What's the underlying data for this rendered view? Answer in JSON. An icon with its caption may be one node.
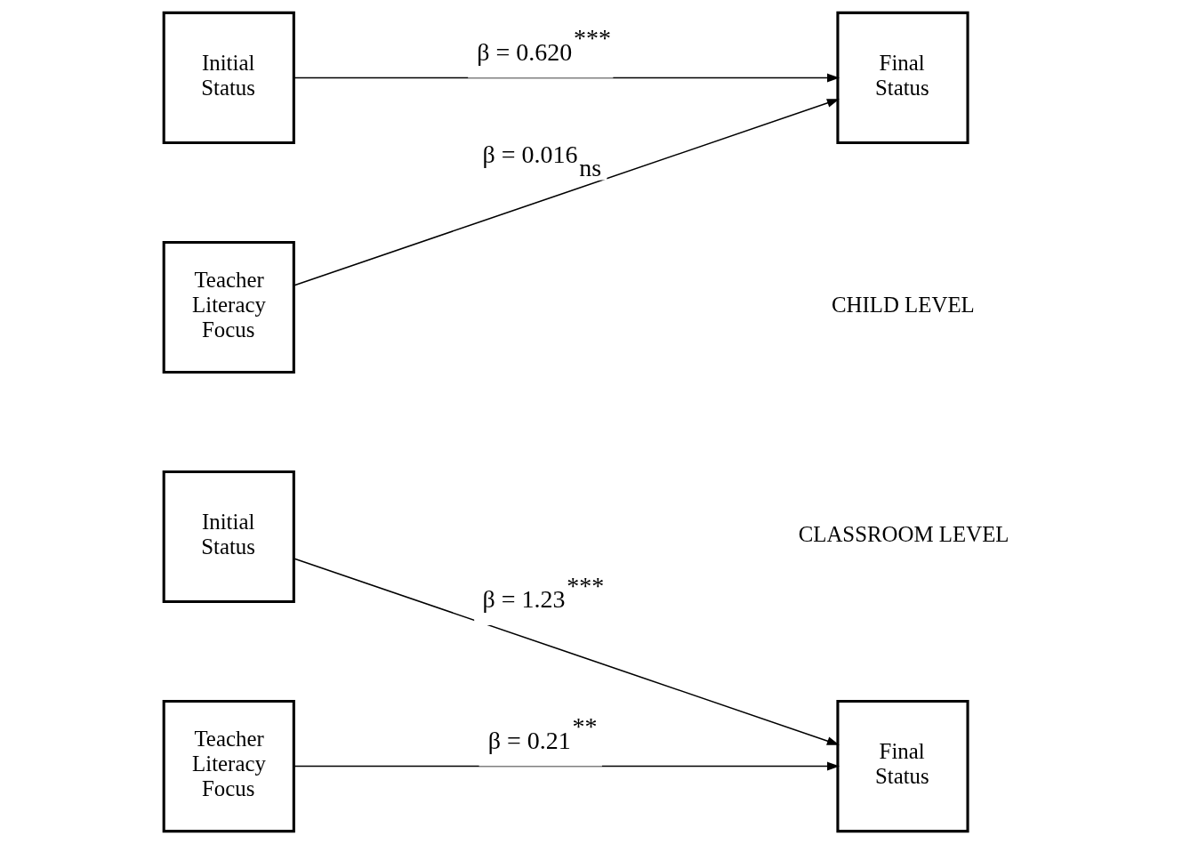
{
  "diagram": {
    "nodes": [
      {
        "text": [
          "Initial Status"
        ]
      },
      {
        "text": [
          "Teacher Literacy Focus"
        ]
      },
      {
        "text": [
          "Final Status"
        ]
      },
      {
        "text": [
          "Initial Status"
        ]
      },
      {
        "text": [
          "Teacher Literacy Focus"
        ]
      },
      {
        "text": [
          "Final Status"
        ]
      }
    ],
    "edges": [
      {
        "from": 0,
        "to": 2,
        "arrow": "to",
        "label": "β = 0.620$^{***}$"
      },
      {
        "from": 1,
        "to": 2,
        "arrow": "to",
        "label": "β = 0.016$_{ns}$"
      },
      {
        "from": 3,
        "to": 5,
        "arrow": "to",
        "label": "β = 1.23$^{***}$"
      },
      {
        "from": 4,
        "to": 5,
        "arrow": "to",
        "label": "β = 0.21$^{**}$"
      }
    ],
    "labels": [
      "CHILD LEVEL",
      "CLASSROOM LEVEL"
    ]
  }
}
